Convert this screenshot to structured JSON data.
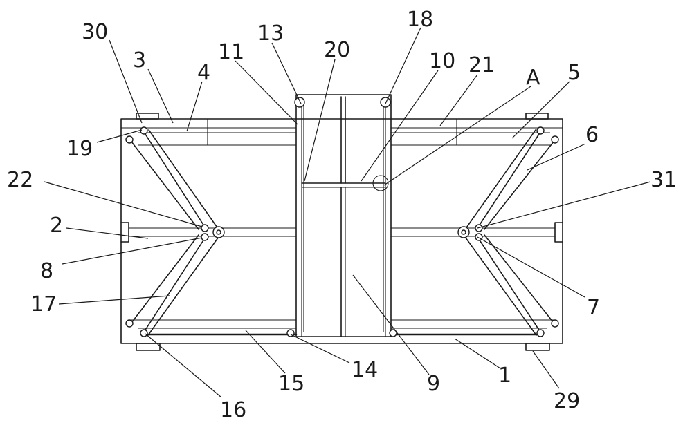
{
  "labels": {
    "n1": "1",
    "n2": "2",
    "n3": "3",
    "n4": "4",
    "n5": "5",
    "n6": "6",
    "n7": "7",
    "n8": "8",
    "n9": "9",
    "n10": "10",
    "n11": "11",
    "n13": "13",
    "n14": "14",
    "n15": "15",
    "n16": "16",
    "n17": "17",
    "n18": "18",
    "n19": "19",
    "n20": "20",
    "n21": "21",
    "n22": "22",
    "n29": "29",
    "n30": "30",
    "n31": "31",
    "nA": "A"
  }
}
